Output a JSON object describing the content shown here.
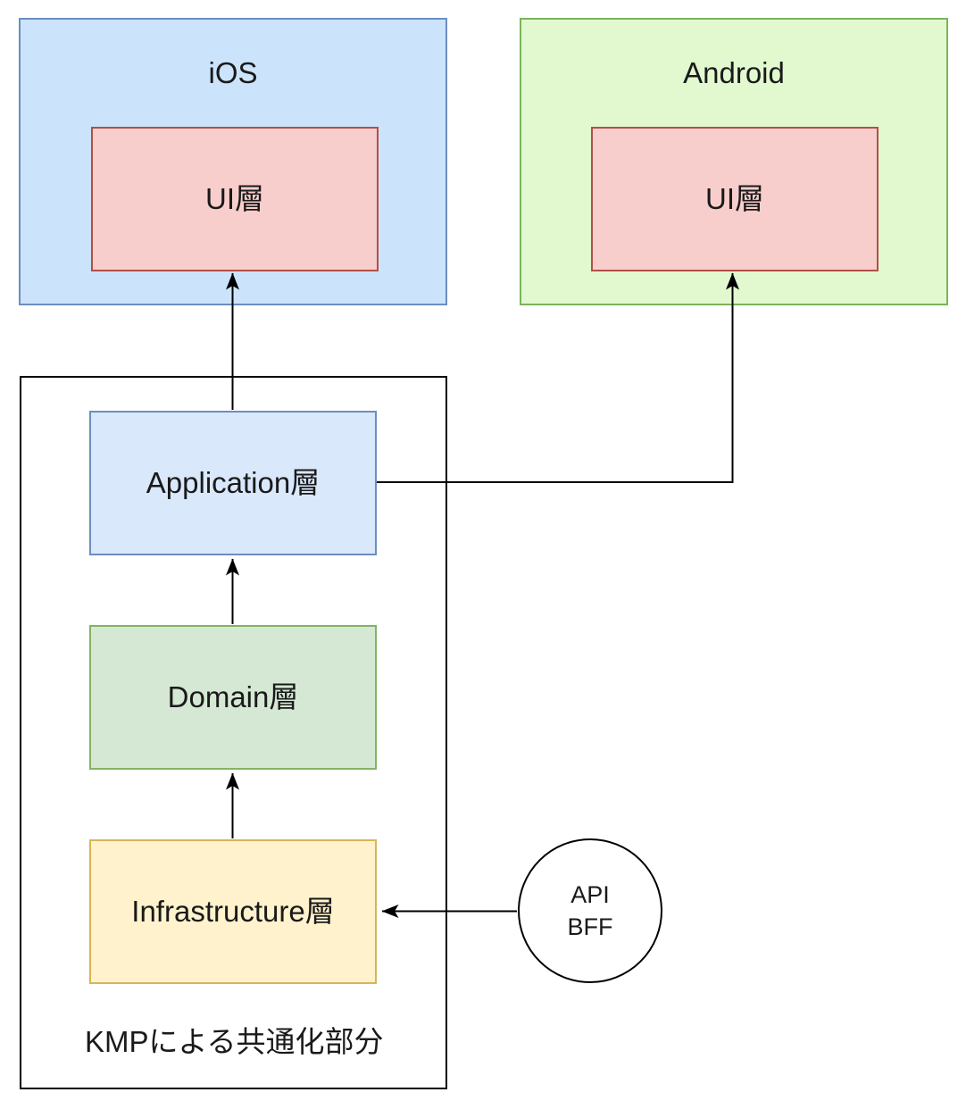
{
  "diagram": {
    "ios": {
      "title": "iOS",
      "ui_label": "UI層"
    },
    "android": {
      "title": "Android",
      "ui_label": "UI層"
    },
    "kmp": {
      "caption": "KMPによる共通化部分",
      "application_label": "Application層",
      "domain_label": "Domain層",
      "infrastructure_label": "Infrastructure層"
    },
    "api_bff": {
      "line1": "API",
      "line2": "BFF"
    },
    "edges": [
      {
        "from": "api-bff",
        "to": "infrastructure-layer",
        "direction": "left"
      },
      {
        "from": "infrastructure-layer",
        "to": "domain-layer",
        "direction": "up"
      },
      {
        "from": "domain-layer",
        "to": "application-layer",
        "direction": "up"
      },
      {
        "from": "application-layer",
        "to": "ios-ui-layer",
        "direction": "up"
      },
      {
        "from": "application-layer",
        "to": "android-ui-layer",
        "direction": "right-then-up"
      }
    ],
    "colors": {
      "ios_container_fill": "#cce4fb",
      "ios_container_border": "#6c8ebf",
      "android_container_fill": "#e2f8cf",
      "android_container_border": "#7db35a",
      "ui_layer_fill": "#f8cecc",
      "ui_layer_border": "#b05048",
      "application_fill": "#dae8fc",
      "application_border": "#6c8ebf",
      "domain_fill": "#d5e8d4",
      "domain_border": "#82b366",
      "infrastructure_fill": "#fff2cc",
      "infrastructure_border": "#d6b656",
      "kmp_border": "#000000",
      "edge_color": "#000000",
      "text_color": "#1a1a1a"
    }
  }
}
